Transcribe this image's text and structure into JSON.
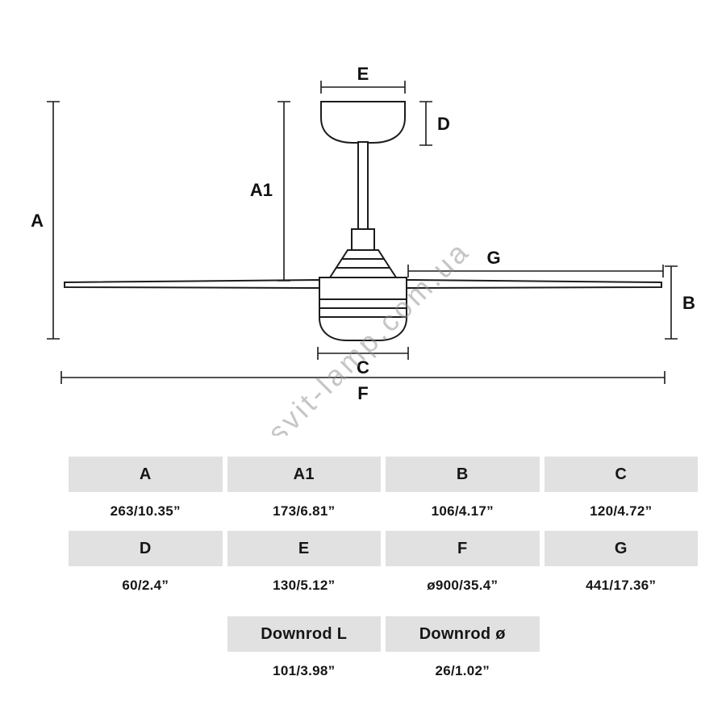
{
  "watermark": "svit-lamp.com.ua",
  "diagram": {
    "labels": {
      "A": "A",
      "A1": "A1",
      "B": "B",
      "C": "C",
      "D": "D",
      "E": "E",
      "F": "F",
      "G": "G"
    }
  },
  "table": {
    "rows": [
      {
        "headers": [
          "A",
          "A1",
          "B",
          "C"
        ],
        "values": [
          "263/10.35”",
          "173/6.81”",
          "106/4.17”",
          "120/4.72”"
        ]
      },
      {
        "headers": [
          "D",
          "E",
          "F",
          "G"
        ],
        "values": [
          "60/2.4”",
          "130/5.12”",
          "ø900/35.4”",
          "441/17.36”"
        ]
      },
      {
        "headers": [
          "Downrod L",
          "Downrod ø"
        ],
        "values": [
          "101/3.98”",
          "26/1.02”"
        ]
      }
    ]
  }
}
